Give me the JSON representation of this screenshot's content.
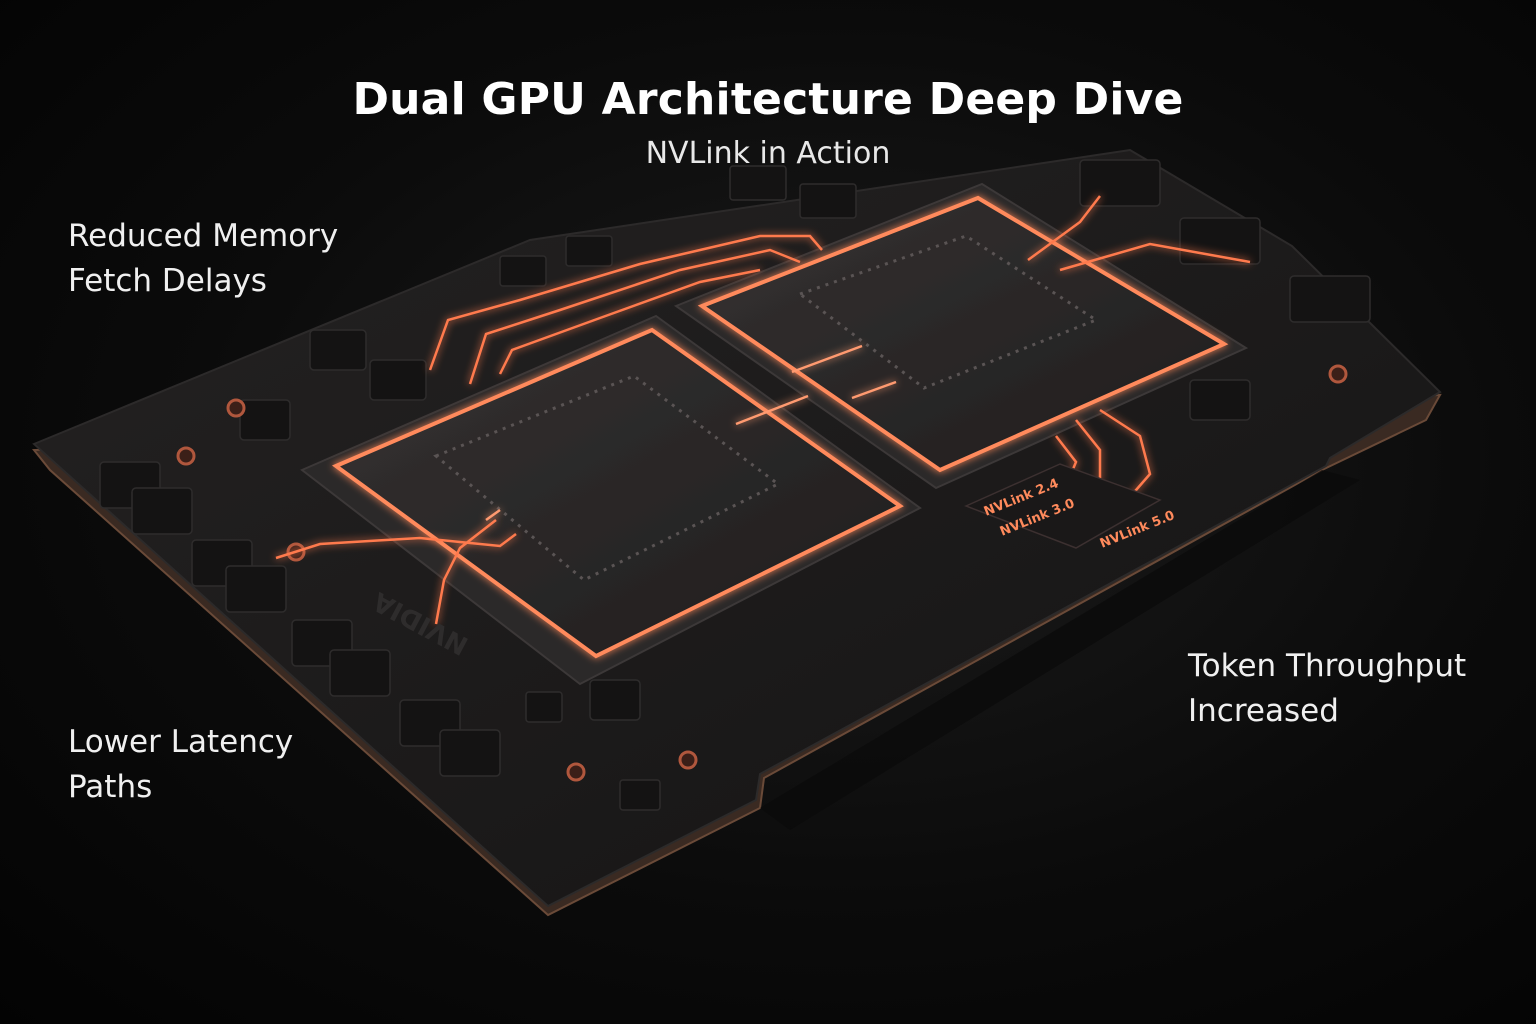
{
  "header": {
    "title": "Dual GPU Architecture Deep Dive",
    "subtitle": "NVLink in Action"
  },
  "callouts": {
    "memory": {
      "line1": "Reduced Memory",
      "line2": "Fetch Delays"
    },
    "latency": {
      "line1": "Lower Latency",
      "line2": "Paths"
    },
    "throughput": {
      "line1": "Token Throughput",
      "line2": "Increased"
    }
  },
  "board": {
    "link_labels": [
      "NVLink 2.4",
      "NVLink 3.0",
      "NVLink 5.0"
    ],
    "brand_mark": "NVIDIA"
  },
  "colors": {
    "glow": "#ff7a4d",
    "board": "#1d1b1b",
    "die": "#2a2828"
  }
}
